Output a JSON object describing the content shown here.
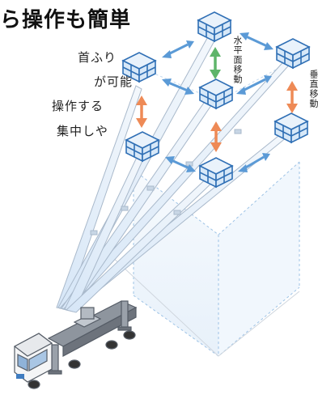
{
  "heading": "ら操作も簡単",
  "body_lines": [
    "首ふり",
    "が可能",
    "操作する",
    "集中しや"
  ],
  "labels": {
    "horizontal_move": "水平面移動",
    "vertical_move": "垂直移動"
  },
  "colors": {
    "basket_stroke": "#2f6fb5",
    "basket_fill": "#d7e8f8",
    "arrow_blue": "#5b9ad6",
    "arrow_orange": "#ee8a56",
    "arrow_green": "#5fb56a",
    "truck_gray": "#a8aeb6"
  }
}
